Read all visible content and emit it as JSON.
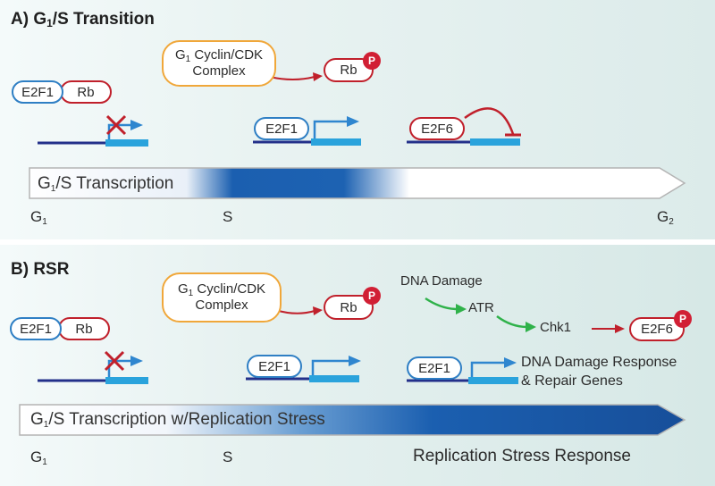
{
  "panel_a": {
    "title_prefix": "A) G",
    "title_sub": "1",
    "title_suffix": "/S Transition",
    "complex_line1_pre": "G",
    "complex_line1_sub": "1",
    "complex_line1_post": " Cyclin/CDK",
    "complex_line2": "Complex",
    "e2f1": "E2F1",
    "rb": "Rb",
    "phos": "P",
    "e2f6": "E2F6",
    "bar_pre": "G",
    "bar_sub": "1",
    "bar_post": "/S Transcription",
    "phase_g1_pre": "G",
    "phase_g1_sub": "1",
    "phase_s": "S",
    "phase_g2_pre": "G",
    "phase_g2_sub": "2"
  },
  "panel_b": {
    "title": "B) RSR",
    "complex_line1_pre": "G",
    "complex_line1_sub": "1",
    "complex_line1_post": " Cyclin/CDK",
    "complex_line2": "Complex",
    "e2f1": "E2F1",
    "rb": "Rb",
    "phos": "P",
    "e2f6": "E2F6",
    "dna_damage": "DNA Damage",
    "atr": "ATR",
    "chk1": "Chk1",
    "response_line1": "DNA Damage Response",
    "response_line2": "& Repair Genes",
    "bar_pre": "G",
    "bar_sub": "1",
    "bar_post": "/S Transcription w/Replication Stress",
    "phase_g1_pre": "G",
    "phase_g1_sub": "1",
    "phase_s": "S",
    "phase_rsr": "Replication Stress Response"
  },
  "colors": {
    "e2f1_outline": "#2f7fc4",
    "rb_outline": "#c0202b",
    "complex_outline": "#f0a73a",
    "phospho": "#d11f34",
    "dna_line": "#23308a",
    "gene_box": "#2aa3dc",
    "activation_arrow": "#2f86cf",
    "signal_arrow_green": "#2fb24a",
    "inhibition": "#c0202b",
    "bar_gradient": "#1b5fb0"
  }
}
